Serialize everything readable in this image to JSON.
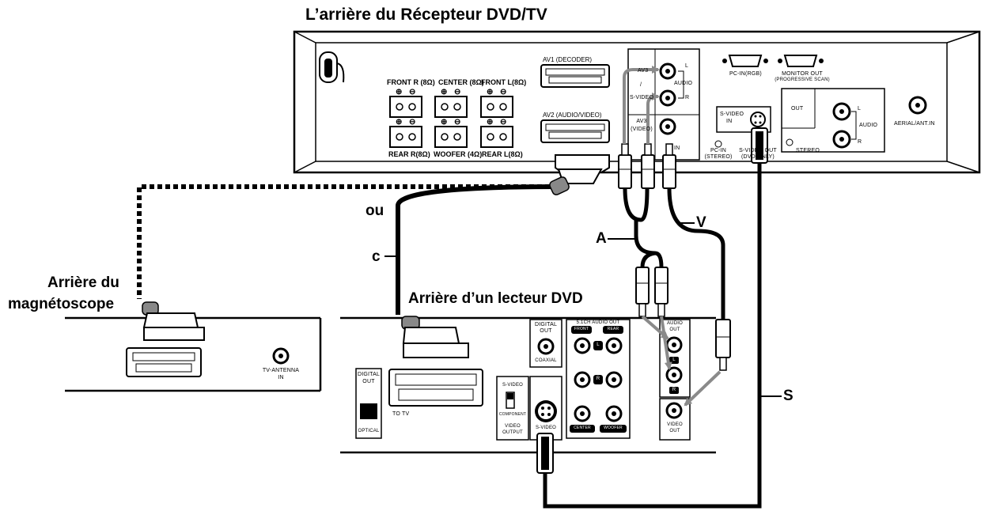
{
  "titles": {
    "receiver_rear": "L’arrière du Récepteur DVD/TV",
    "vcr_rear": [
      "Arrière du",
      "magnétoscope"
    ],
    "dvd_rear": "Arrière d’un lecteur DVD"
  },
  "cable_labels": {
    "or": "ou",
    "c": "c",
    "a": "A",
    "v": "V",
    "s": "S"
  },
  "receiver": {
    "av1": "AV1 (DECODER)",
    "av2": "AV2 (AUDIO/VIDEO)",
    "front_r": "FRONT R (8Ω)",
    "center": "CENTER (8Ω)",
    "front_l": "FRONT L(8Ω)",
    "rear_r": "REAR  R(8Ω)",
    "woofer": "WOOFER (4Ω)",
    "rear_l": "REAR L(8Ω)",
    "av3_top": "AV3",
    "slash": "/",
    "s_video": "S-VIDEO",
    "av3_video": [
      "AV3",
      "(VIDEO)"
    ],
    "in": "IN",
    "audio": "AUDIO",
    "l": "L",
    "r": "R",
    "pc_in_rgb": "PC-IN(RGB)",
    "monitor_out": [
      "MONITOR OUT",
      "(PROGRESSIVE SCAN)"
    ],
    "s_video_in": [
      "S-VIDEO",
      "IN"
    ],
    "pc_in_stereo": [
      "PC-IN",
      "(STEREO)"
    ],
    "s_video_out": [
      "S-VIDEO OUT",
      "(DVD ONLY)"
    ],
    "out": "OUT",
    "audio_out": "AUDIO",
    "stereo": "STEREO",
    "aerial": "AERIAL/ANT.IN"
  },
  "vcr": {
    "tv_antenna": [
      "TV-ANTENNA",
      "IN"
    ]
  },
  "dvd": {
    "digital_out_opt": [
      "DIGITAL",
      "OUT"
    ],
    "optical": "OPTICAL",
    "to_tv": "TO TV",
    "digital_out_coax": [
      "DIGITAL",
      "OUT"
    ],
    "coaxial": "COAXIAL",
    "s_video": "S-VIDEO",
    "component": "COMPONENT",
    "video_output": [
      "VIDEO",
      "OUTPUT"
    ],
    "s_video_jack": "S-VIDEO",
    "ch51": "5.1CH AUDIO OUT",
    "front": "FRONT",
    "rear": "REAR",
    "l": "L",
    "r": "R",
    "center": "CENTER",
    "woofer": "WOOFER",
    "audio_out": [
      "AUDIO",
      "OUT"
    ],
    "video_out": [
      "VIDEO",
      "OUT"
    ]
  }
}
